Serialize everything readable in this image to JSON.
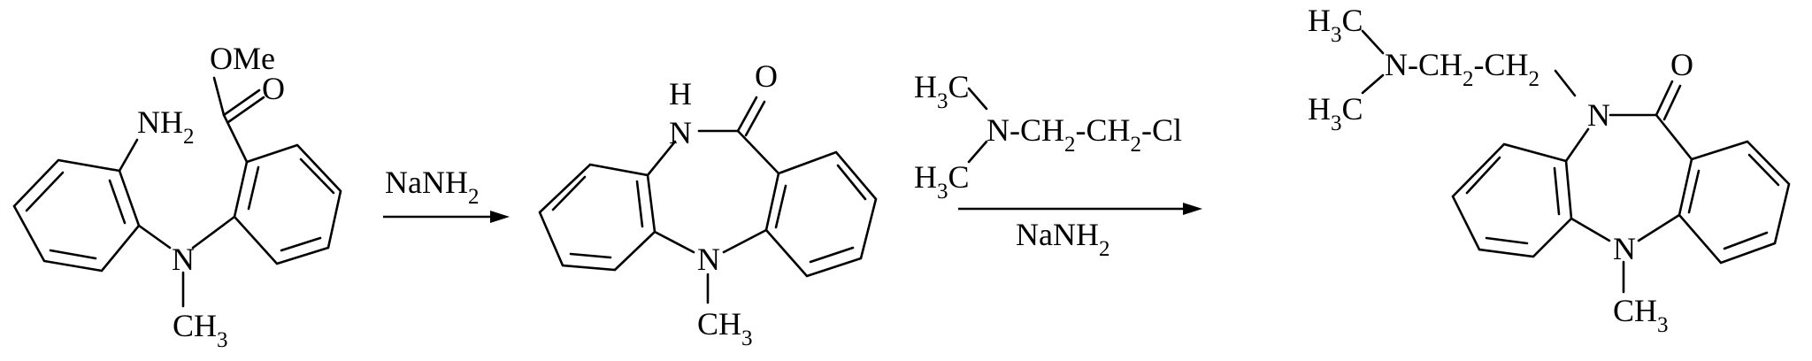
{
  "scheme": {
    "compound1": {
      "carbonyl_o": "O",
      "ester_group": "OMe",
      "amine": {
        "main": "NH",
        "sub": "2"
      },
      "n_atom": "N",
      "methyl": {
        "main": "CH",
        "sub": "3"
      }
    },
    "step1": {
      "reagent": {
        "main": "NaNH",
        "sub": "2"
      }
    },
    "compound2": {
      "carbonyl_o": "O",
      "nh_h": "H",
      "nh_n": "N",
      "n_atom": "N",
      "methyl": {
        "main": "CH",
        "sub": "3"
      }
    },
    "step2": {
      "reagent_top": {
        "methyl_a": {
          "main": "H",
          "sub": "3",
          "tail": "C"
        },
        "methyl_b": {
          "main": "H",
          "sub": "3",
          "tail": "C"
        },
        "chain": [
          "N-CH",
          "2",
          "-CH",
          "2",
          "-Cl"
        ]
      },
      "reagent_bottom": {
        "main": "NaNH",
        "sub": "2"
      }
    },
    "compound3": {
      "methyl_a": {
        "main": "H",
        "sub": "3",
        "tail": "C"
      },
      "methyl_b": {
        "main": "H",
        "sub": "3",
        "tail": "C"
      },
      "chain": [
        "N-CH",
        "2",
        "-CH",
        "2"
      ],
      "carbonyl_o": "O",
      "ring_n_top": "N",
      "n_atom": "N",
      "methyl": {
        "main": "CH",
        "sub": "3"
      }
    }
  }
}
